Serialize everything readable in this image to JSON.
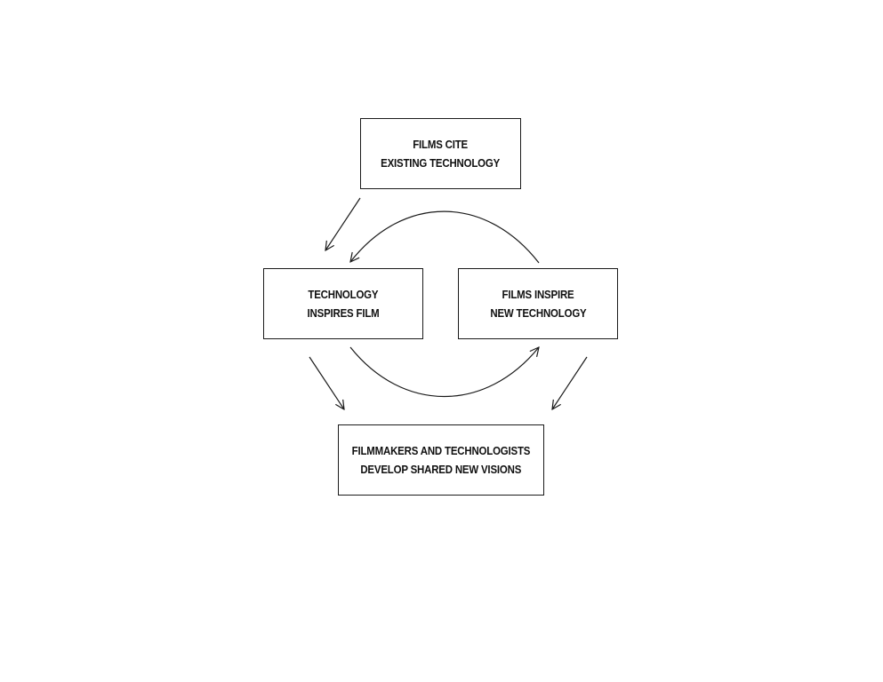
{
  "diagram": {
    "nodes": {
      "top": {
        "line1": "FILMS CITE",
        "line2": "EXISTING TECHNOLOGY"
      },
      "left": {
        "line1": "TECHNOLOGY",
        "line2": "INSPIRES FILM"
      },
      "right": {
        "line1": "FILMS INSPIRE",
        "line2": "NEW TECHNOLOGY"
      },
      "bottom": {
        "line1": "FILMMAKERS AND TECHNOLOGISTS",
        "line2": "DEVELOP SHARED NEW VISIONS"
      }
    },
    "edges": [
      {
        "from": "top",
        "to": "left"
      },
      {
        "from": "right",
        "to": "left"
      },
      {
        "from": "left",
        "to": "right"
      },
      {
        "from": "left",
        "to": "bottom"
      },
      {
        "from": "right",
        "to": "bottom"
      }
    ],
    "colors": {
      "stroke": "#1a1a1a",
      "text": "#111111",
      "background": "#ffffff"
    }
  }
}
